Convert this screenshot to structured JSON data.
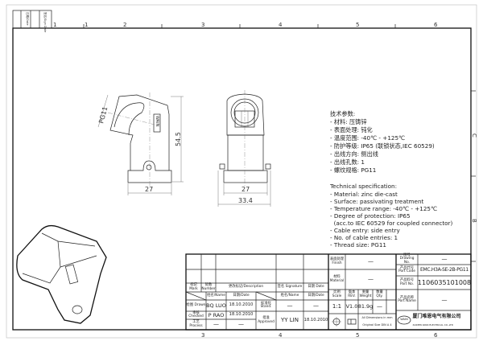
{
  "frame": {
    "top_zones": [
      "1",
      "1",
      "2",
      "3",
      "4",
      "5",
      "6"
    ],
    "bottom_zones": [
      "3",
      "4",
      "5",
      "6"
    ],
    "right_zones": [
      "C",
      "B"
    ],
    "corner_labels": [
      "日期/Date",
      "签名/Sign Date"
    ]
  },
  "drawing": {
    "side_view": {
      "thread_label": "PG11",
      "height_dim": "54.5",
      "width_dim": "27",
      "brand_text": "WAIN"
    },
    "front_view": {
      "width_dim": "27",
      "overall_width_dim": "33.4"
    }
  },
  "spec_cn": {
    "title": "技术参数:",
    "items": [
      "- 材料: 压铸锌",
      "- 表面处理: 钝化",
      "- 温度范围: -40℃ - +125℃",
      "- 防护等级: IP65 (联锁状态,IEC 60529)",
      "- 出线方向: 侧出线",
      "- 出线孔数: 1",
      "- 螺纹规格: PG11"
    ]
  },
  "spec_en": {
    "title": "Technical specification:",
    "items": [
      "- Material: zinc die-cast",
      "- Surface: passivating treatment",
      "- Temperature range: -40℃ - +125℃",
      "- Degree of protection: IP65",
      "  (acc.to IEC 60529 for coupled connector)",
      "- Cable entry: side entry",
      "- No. of cable entries: 1",
      "- Thread size: PG11"
    ]
  },
  "title_block": {
    "mark": "标记 Mark",
    "number": "处数 Number",
    "description": "更改标记/Description",
    "signature": "签名 Signature",
    "date": "日期 Date",
    "name_hdr": "姓名/Name",
    "date_hdr": "日期/Date",
    "name_hdr2": "姓名/Name",
    "date_hdr2": "日期/Date",
    "drawn": "绘图 Drawn",
    "checked": "审核 Checked",
    "process": "工艺 Process",
    "stand": "标准化 Stand.",
    "approved": "批准 Approved",
    "drawn_name": "BQ LUO",
    "drawn_date": "18.10.2010",
    "checked_name": "P RAO",
    "checked_date": "18.10.2010",
    "process_name": "—",
    "process_date": "—",
    "stand_name": "—",
    "stand_date": "—",
    "approved_name": "YY LIN",
    "approved_date": "18.10.2010",
    "finish_label": "表面处理 Finish",
    "finish_value": "—",
    "material_label": "材料 Material",
    "material_value": "—",
    "scale_label": "比例 Scale",
    "rev_label": "版本 REV.",
    "weight_label": "重量 Weight",
    "qty_label": "数量 Qty.",
    "scale_value": "1:1",
    "rev_value": "V1.0",
    "weight_value": "81.9g",
    "qty_value": "—",
    "dims_note_1": "All Dimensions in mm",
    "dims_note_2": "Original Size DIN A 4",
    "drawing_no_label": "图号 Drawing No.",
    "drawing_no_value": "—",
    "port_code_label": "产品代号 Port Code",
    "port_code_value": "EMC.H3A-SE-2B-PG11",
    "part_no_label": "产品料号 Part No.",
    "part_no_value": "1106035101008",
    "part_name_label": "产品名称 Port Name",
    "part_name_value": "—",
    "company_cn": "厦门唯恩电气有限公司",
    "company_en": "XIAMEN WAIN ELECTRICAL CO.,LTD",
    "logo_text": "WAIN"
  }
}
